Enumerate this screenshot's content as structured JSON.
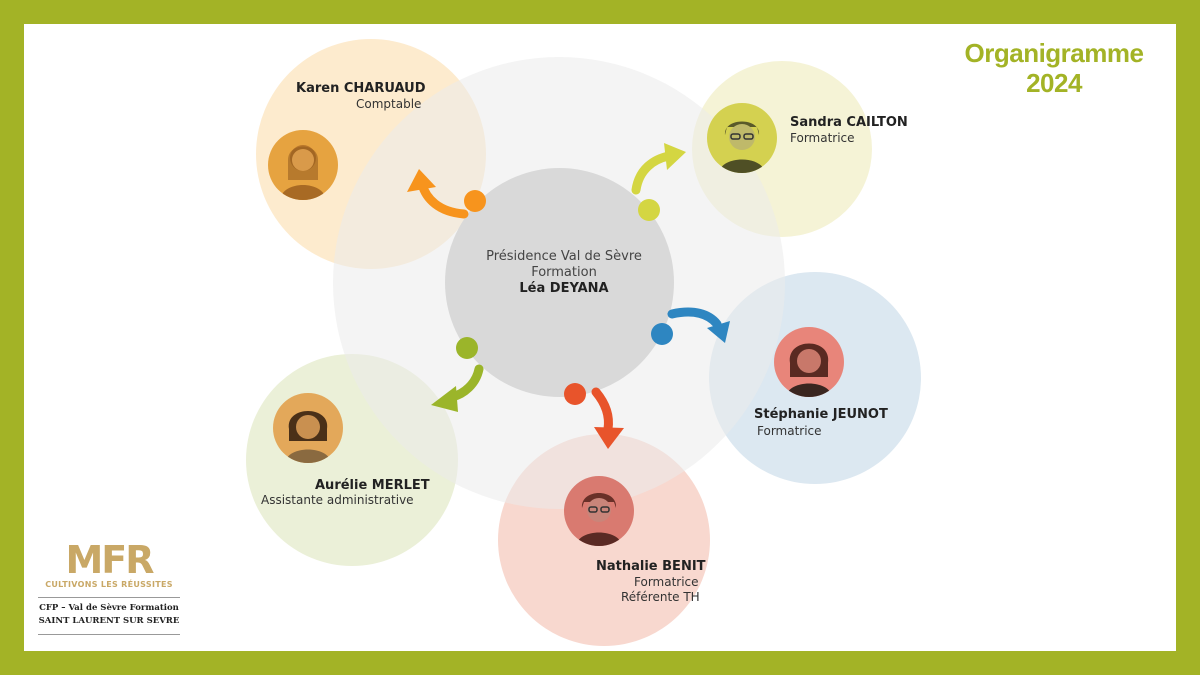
{
  "title": {
    "line1": "Organigramme",
    "line2": "2024"
  },
  "center": {
    "line1": "Présidence Val de Sèvre",
    "line2": "Formation",
    "name": "Léa DEYANA"
  },
  "members": {
    "karen": {
      "name": "Karen  CHARUAUD",
      "role": "Comptable"
    },
    "sandra": {
      "name": "Sandra CAILTON",
      "role": "Formatrice"
    },
    "stephanie": {
      "name": "Stéphanie JEUNOT",
      "role": "Formatrice"
    },
    "nathalie": {
      "name": "Nathalie BENIT",
      "role": "Formatrice",
      "role2": "Référente TH"
    },
    "aurelie": {
      "name": "Aurélie MERLET",
      "role": "Assistante administrative"
    }
  },
  "logo": {
    "brand": "MFR",
    "tagline": "CULTIVONS LES RÉUSSITES",
    "line1": "CFP – Val de Sèvre Formation",
    "line2": "SAINT LAURENT SUR SEVRE"
  },
  "colors": {
    "frame": "#a3b326",
    "orange": "#f7941d",
    "yellow": "#d4d642",
    "blue": "#2e86c1",
    "red": "#e8542b",
    "green": "#9bb52a"
  }
}
